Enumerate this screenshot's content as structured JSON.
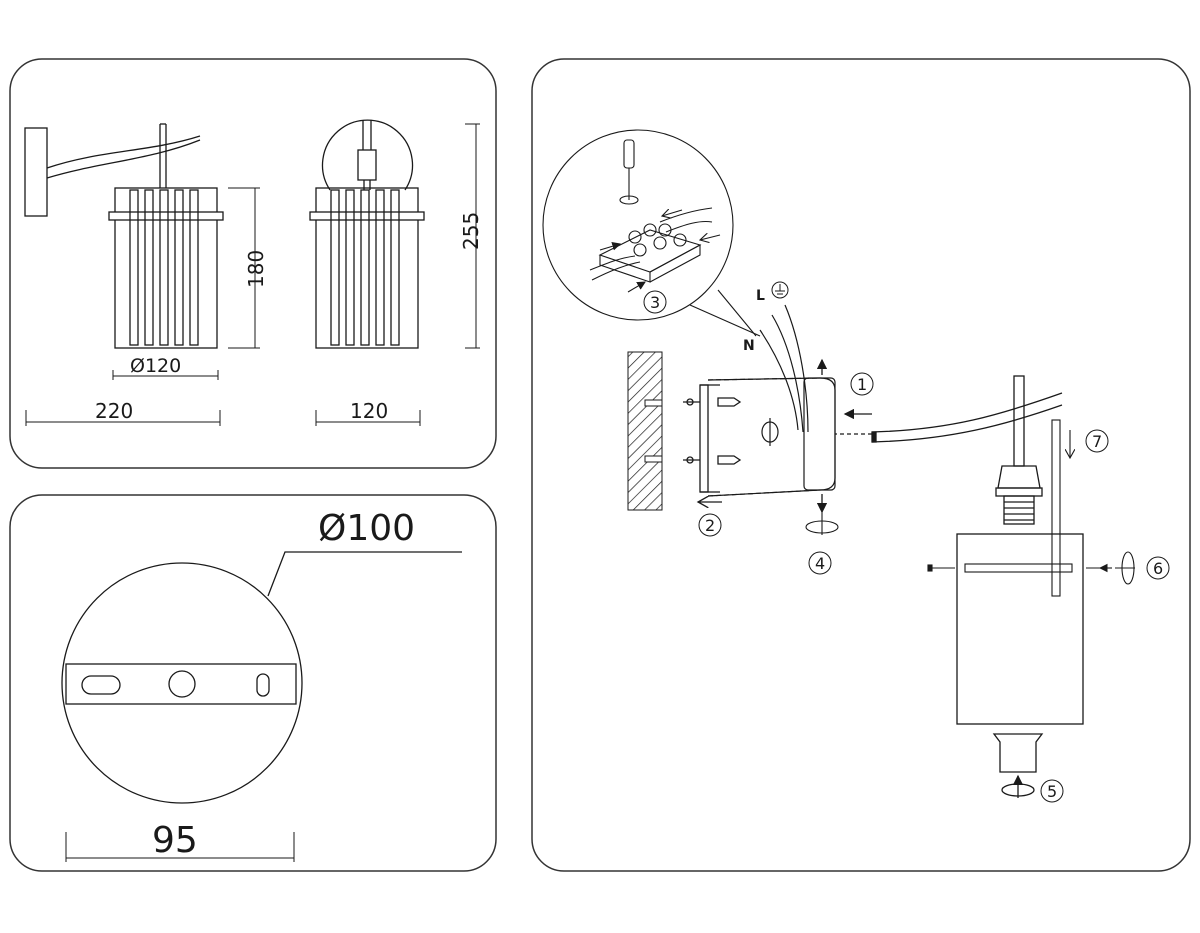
{
  "dimensions": {
    "wall_projection": "220",
    "shade_diameter": "Ø120",
    "shade_height": "180",
    "front_width": "120",
    "total_height": "255",
    "canopy_diameter": "Ø100",
    "mount_spacing": "95"
  },
  "wire_labels": {
    "neutral": "N",
    "live": "L"
  },
  "steps": [
    "1",
    "2",
    "3",
    "4",
    "5",
    "6",
    "7"
  ],
  "colors": {
    "line": "#1a1a1a",
    "panel_border": "#333333",
    "background": "#ffffff"
  }
}
